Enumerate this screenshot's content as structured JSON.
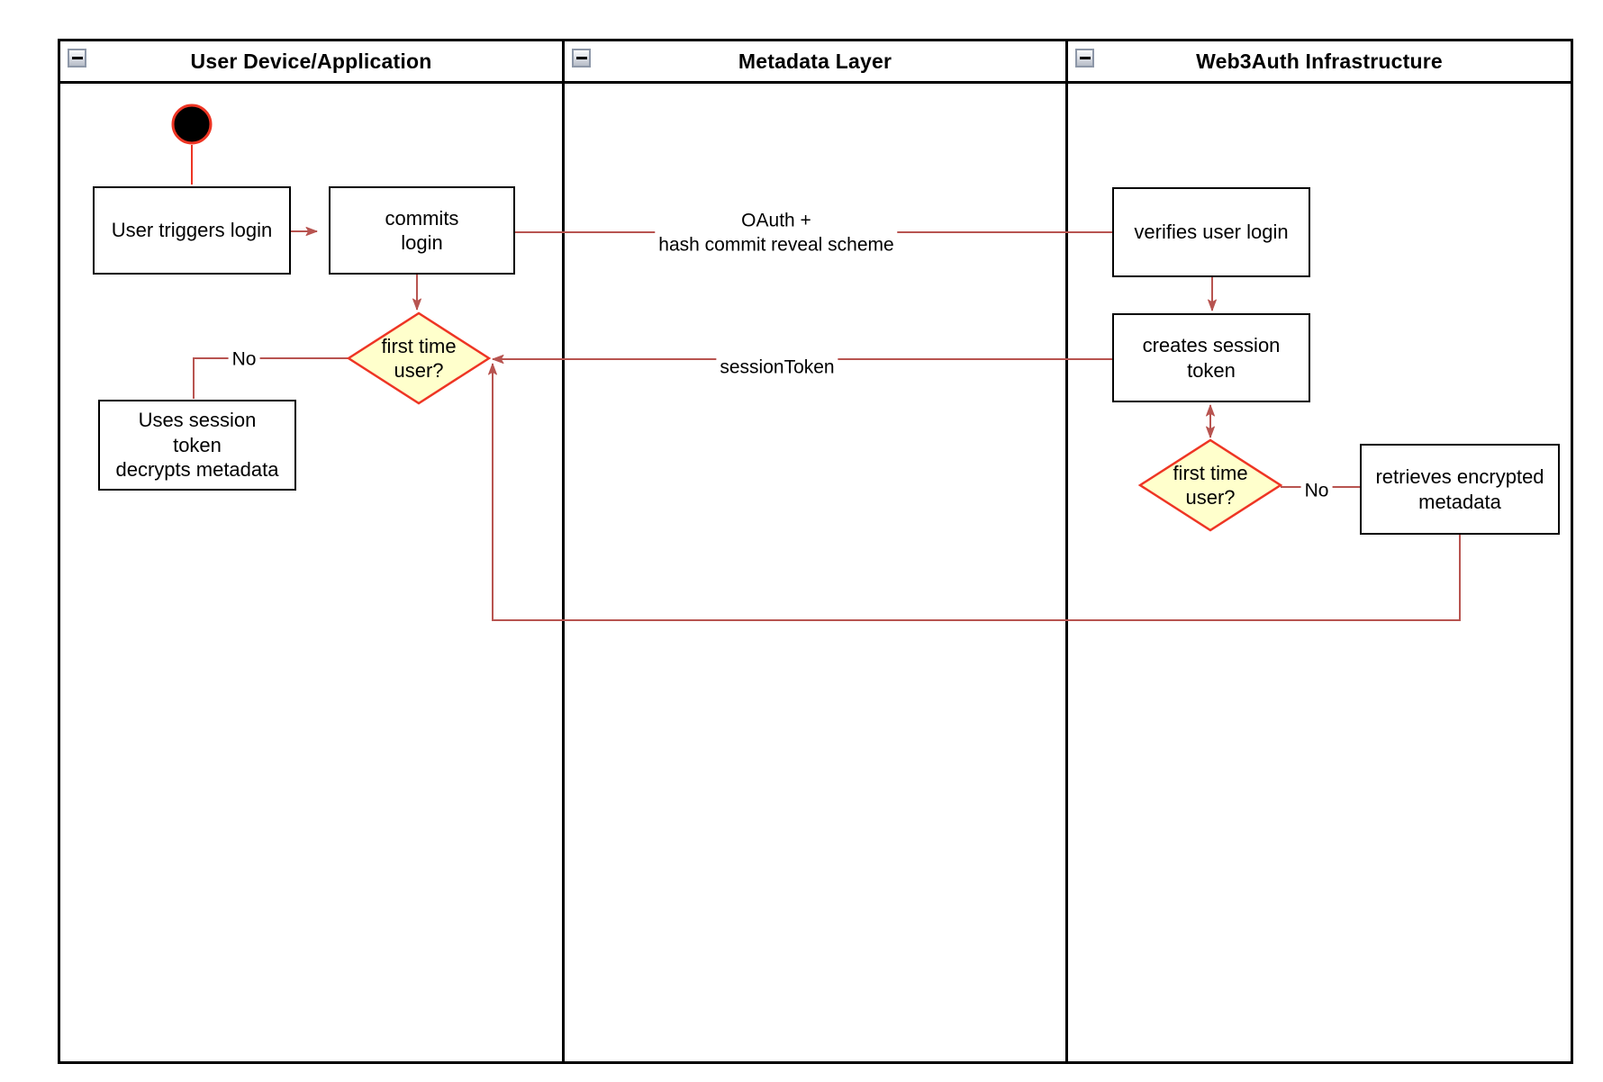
{
  "colors": {
    "connector": "#B85450",
    "node_border": "#000000",
    "node_fill": "#FFFFFF",
    "decision_fill": "#FFFFCC",
    "decision_border": "#EE3524",
    "start_fill": "#000000",
    "start_border": "#EE3524"
  },
  "lanes": [
    {
      "title": "User Device/Application"
    },
    {
      "title": "Metadata Layer"
    },
    {
      "title": "Web3Auth Infrastructure"
    }
  ],
  "nodes": {
    "user_triggers_login": "User triggers login",
    "commits_login": "commits\nlogin",
    "uses_session_token": "Uses session\ntoken\ndecrypts metadata",
    "verifies_user_login": "verifies user login",
    "creates_session_token": "creates session\ntoken",
    "retrieves_encrypted_metadata": "retrieves encrypted\nmetadata",
    "decision_device": "first time\nuser?",
    "decision_infra": "first time\nuser?"
  },
  "edge_labels": {
    "oauth": "OAuth +\nhash commit reveal scheme",
    "session_token": "sessionToken",
    "no_device": "No",
    "no_infra": "No"
  }
}
